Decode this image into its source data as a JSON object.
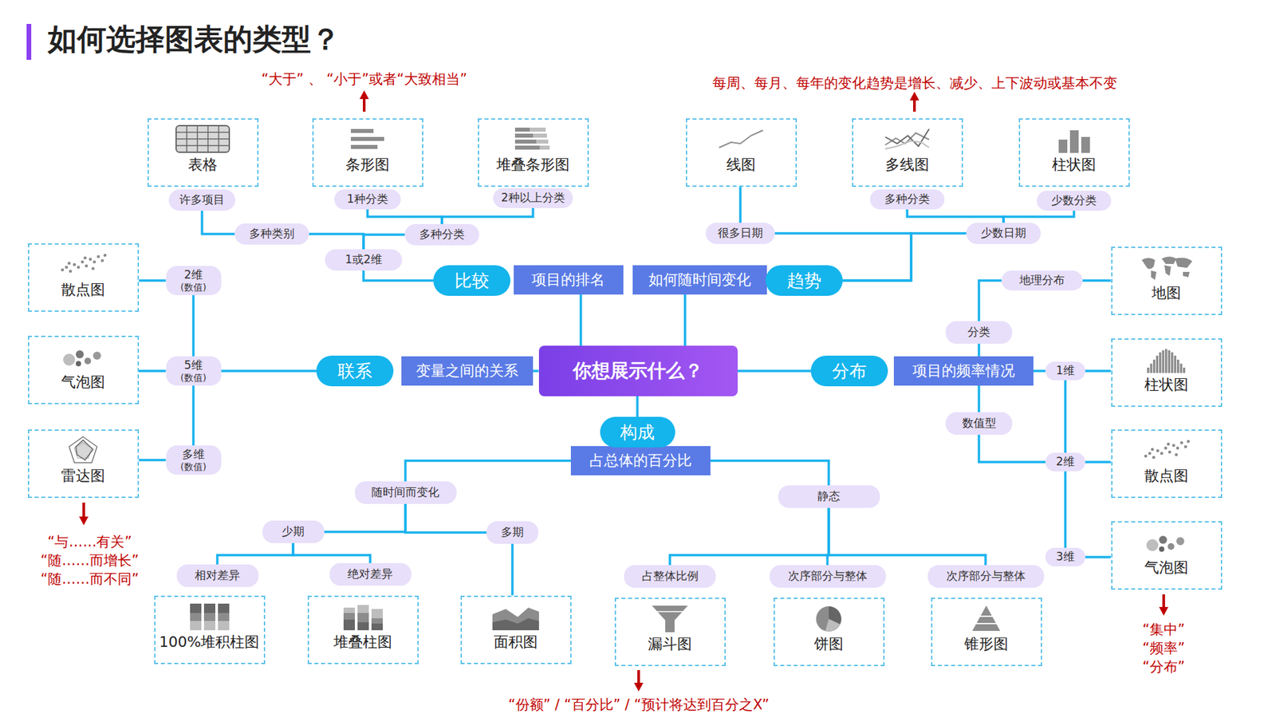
{
  "diagram": {
    "title": "如何选择图表的类型？",
    "nodes": [
      {
        "text": [
          "你想展示什么？"
        ]
      },
      {
        "text": [
          "比较"
        ]
      },
      {
        "text": [
          "项目的排名"
        ]
      },
      {
        "text": [
          "1或2维"
        ]
      },
      {
        "text": [
          "多种类别"
        ]
      },
      {
        "text": [
          "多种分类"
        ]
      },
      {
        "text": [
          "许多项目"
        ]
      },
      {
        "text": [
          "1种分类"
        ]
      },
      {
        "text": [
          "2种以上分类"
        ]
      },
      {
        "text": [
          "表格"
        ]
      },
      {
        "text": [
          "条形图"
        ]
      },
      {
        "text": [
          "堆叠条形图"
        ]
      },
      {
        "text": [
          "趋势"
        ]
      },
      {
        "text": [
          "如何随时间变化"
        ]
      },
      {
        "text": [
          "很多日期"
        ]
      },
      {
        "text": [
          "少数日期"
        ]
      },
      {
        "text": [
          "多种分类"
        ]
      },
      {
        "text": [
          "少数分类"
        ]
      },
      {
        "text": [
          "线图"
        ]
      },
      {
        "text": [
          "多线图"
        ]
      },
      {
        "text": [
          "柱状图"
        ]
      },
      {
        "text": [
          "联系"
        ]
      },
      {
        "text": [
          "变量之间的关系"
        ]
      },
      {
        "text": [
          "2维",
          "(数值)"
        ]
      },
      {
        "text": [
          "5维",
          "(数值)"
        ]
      },
      {
        "text": [
          "多维",
          "(数值)"
        ]
      },
      {
        "text": [
          "散点图"
        ]
      },
      {
        "text": [
          "气泡图"
        ]
      },
      {
        "text": [
          "雷达图"
        ]
      },
      {
        "text": [
          "分布"
        ]
      },
      {
        "text": [
          "项目的频率情况"
        ]
      },
      {
        "text": [
          "分类"
        ]
      },
      {
        "text": [
          "地理分布"
        ]
      },
      {
        "text": [
          "数值型"
        ]
      },
      {
        "text": [
          "1维"
        ]
      },
      {
        "text": [
          "2维"
        ]
      },
      {
        "text": [
          "3维"
        ]
      },
      {
        "text": [
          "地图"
        ]
      },
      {
        "text": [
          "柱状图"
        ]
      },
      {
        "text": [
          "散点图"
        ]
      },
      {
        "text": [
          "气泡图"
        ]
      },
      {
        "text": [
          "构成"
        ]
      },
      {
        "text": [
          "占总体的百分比"
        ]
      },
      {
        "text": [
          "随时间而变化"
        ]
      },
      {
        "text": [
          "静态"
        ]
      },
      {
        "text": [
          "少期"
        ]
      },
      {
        "text": [
          "多期"
        ]
      },
      {
        "text": [
          "相对差异"
        ]
      },
      {
        "text": [
          "绝对差异"
        ]
      },
      {
        "text": [
          "占整体比例"
        ]
      },
      {
        "text": [
          "次序部分与整体"
        ]
      },
      {
        "text": [
          "次序部分与整体"
        ]
      },
      {
        "text": [
          "100%堆积柱图"
        ]
      },
      {
        "text": [
          "堆叠柱图"
        ]
      },
      {
        "text": [
          "面积图"
        ]
      },
      {
        "text": [
          "漏斗图"
        ]
      },
      {
        "text": [
          "饼图"
        ]
      },
      {
        "text": [
          "锥形图"
        ]
      }
    ],
    "edges": [
      {
        "from": 0,
        "to": 2,
        "arrow": "none"
      },
      {
        "from": 0,
        "to": 13,
        "arrow": "none"
      },
      {
        "from": 0,
        "to": 22,
        "arrow": "none"
      },
      {
        "from": 0,
        "to": 29,
        "arrow": "none"
      },
      {
        "from": 0,
        "to": 41,
        "arrow": "none"
      },
      {
        "from": 1,
        "to": 3,
        "arrow": "none"
      },
      {
        "from": 3,
        "to": 4,
        "arrow": "none"
      },
      {
        "from": 3,
        "to": 5,
        "arrow": "none"
      },
      {
        "from": 4,
        "to": 6,
        "arrow": "none"
      },
      {
        "from": 5,
        "to": 7,
        "arrow": "none"
      },
      {
        "from": 5,
        "to": 8,
        "arrow": "none"
      },
      {
        "from": 12,
        "to": 14,
        "arrow": "none"
      },
      {
        "from": 12,
        "to": 15,
        "arrow": "none"
      },
      {
        "from": 14,
        "to": 18,
        "arrow": "none"
      },
      {
        "from": 15,
        "to": 16,
        "arrow": "none"
      },
      {
        "from": 15,
        "to": 17,
        "arrow": "none"
      },
      {
        "from": 21,
        "to": 24,
        "arrow": "none"
      },
      {
        "from": 24,
        "to": 23,
        "arrow": "none"
      },
      {
        "from": 24,
        "to": 25,
        "arrow": "none"
      },
      {
        "from": 23,
        "to": 26,
        "arrow": "none"
      },
      {
        "from": 24,
        "to": 27,
        "arrow": "none"
      },
      {
        "from": 25,
        "to": 28,
        "arrow": "none"
      },
      {
        "from": 30,
        "to": 31,
        "arrow": "none"
      },
      {
        "from": 31,
        "to": 32,
        "arrow": "none"
      },
      {
        "from": 32,
        "to": 37,
        "arrow": "none"
      },
      {
        "from": 30,
        "to": 33,
        "arrow": "none"
      },
      {
        "from": 33,
        "to": 35,
        "arrow": "none"
      },
      {
        "from": 35,
        "to": 34,
        "arrow": "none"
      },
      {
        "from": 35,
        "to": 36,
        "arrow": "none"
      },
      {
        "from": 34,
        "to": 38,
        "arrow": "none"
      },
      {
        "from": 35,
        "to": 39,
        "arrow": "none"
      },
      {
        "from": 36,
        "to": 40,
        "arrow": "none"
      },
      {
        "from": 30,
        "to": 34,
        "arrow": "none"
      },
      {
        "from": 42,
        "to": 43,
        "arrow": "none"
      },
      {
        "from": 42,
        "to": 44,
        "arrow": "none"
      },
      {
        "from": 43,
        "to": 45,
        "arrow": "none"
      },
      {
        "from": 43,
        "to": 46,
        "arrow": "none"
      },
      {
        "from": 46,
        "to": 54,
        "arrow": "none"
      },
      {
        "from": 45,
        "to": 47,
        "arrow": "none"
      },
      {
        "from": 45,
        "to": 48,
        "arrow": "none"
      },
      {
        "from": 44,
        "to": 49,
        "arrow": "none"
      },
      {
        "from": 44,
        "to": 50,
        "arrow": "none"
      },
      {
        "from": 44,
        "to": 51,
        "arrow": "none"
      }
    ],
    "labels": [
      "“大于” 、 “小于”或者“大致相当”",
      "每周、每月、每年的变化趋势是增长、减少、上下波动或基本不变",
      "“与……有关”",
      "“随……而增长”",
      "“随……而不同”",
      "“集中”",
      "“频率”",
      "“分布”",
      "“份额” / “百分比” / “预计将达到百分之X”"
    ]
  }
}
